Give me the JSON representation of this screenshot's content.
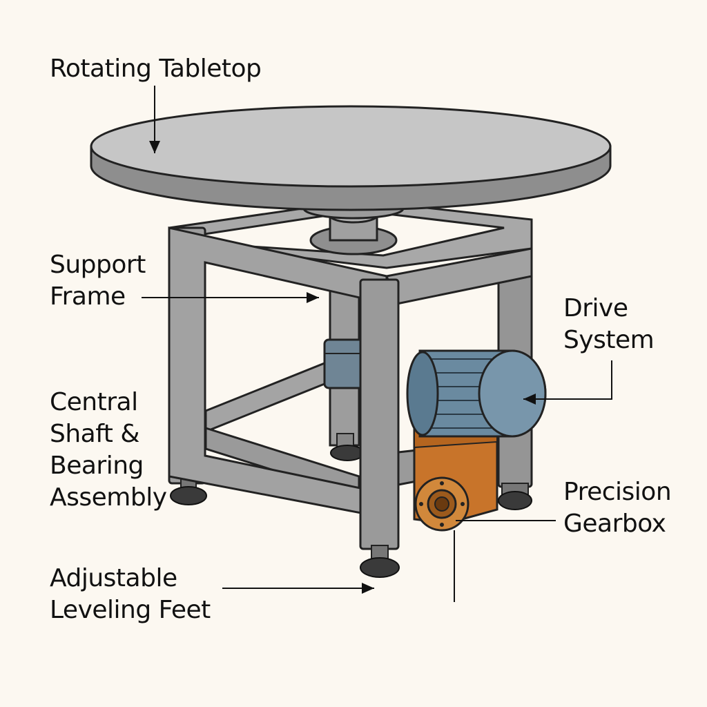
{
  "labels": {
    "tabletop": [
      "Rotating Tabletop"
    ],
    "frame": [
      "Support",
      "Frame"
    ],
    "shaft": [
      "Central",
      "Shaft &",
      "Bearing",
      "Assembly"
    ],
    "feet": [
      "Adjustable",
      "Leveling Feet"
    ],
    "drive": [
      "Drive",
      "System"
    ],
    "gearbox": [
      "Precision",
      "Gearbox"
    ]
  },
  "colors": {
    "background": "#fcf8f1",
    "frame": "#9a9a9a",
    "tabletop": "#c6c6c6",
    "motor": "#6a8aa0",
    "gearbox": "#c8742a",
    "feet": "#3a3a3a"
  }
}
